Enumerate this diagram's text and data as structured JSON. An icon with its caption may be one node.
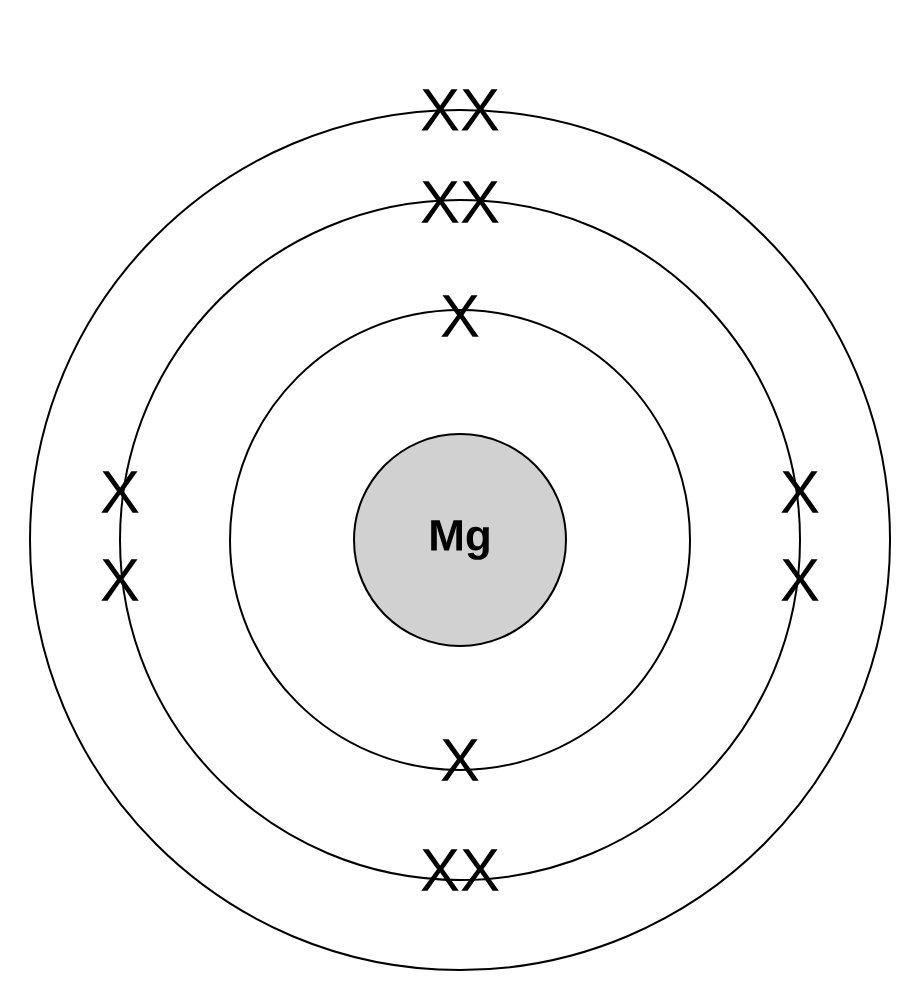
{
  "diagram": {
    "nodes": [
      {
        "text": [
          "Mg"
        ]
      }
    ],
    "labels": [
      "XX",
      "XX",
      "X",
      "X",
      "X",
      "X",
      "X",
      "X",
      "XX"
    ]
  }
}
